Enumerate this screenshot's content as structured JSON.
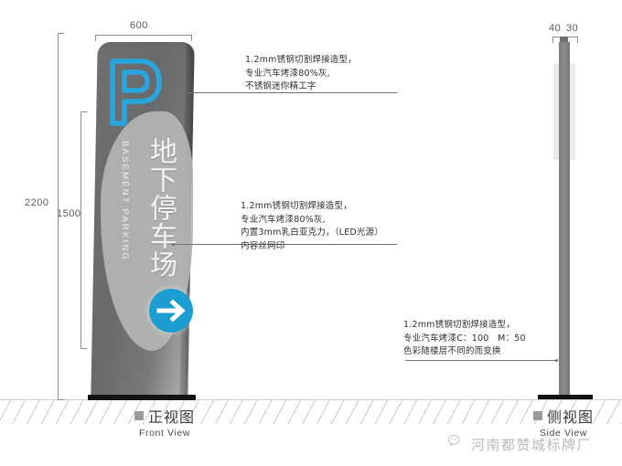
{
  "drawing": {
    "title_front": "正视图",
    "title_front_en": "Front View",
    "title_side": "侧视图",
    "title_side_en": "Side View"
  },
  "dimensions": {
    "width_top": "600",
    "height_total": "2200",
    "height_panel": "1500",
    "side_depth_a": "40",
    "side_depth_b": "30"
  },
  "sign": {
    "logo_letter": "P",
    "title_cn": "地下停车场",
    "title_en": "BASEMENT PARKING",
    "arrow_icon": "arrow-right-icon"
  },
  "annotations": [
    {
      "id": "note-top",
      "text": "1.2mm锈钢切割焊接造型，\n专业汽车烤漆80%灰,\n不锈钢迷你精工字"
    },
    {
      "id": "note-middle",
      "text": "1.2mm锈钢切割焊接造型，\n专业汽车烤漆80%灰,\n内置3mm乳白亚克力，（LED光源）\n内容丝网印"
    },
    {
      "id": "note-side",
      "text": "1.2mm锈钢切割焊接造型，\n专业汽车烤漆C：100　M：50\n色彩随楼层不同的而变换"
    }
  ],
  "watermark": {
    "icon": "wechat-icon",
    "text": "河南都赞城标牌厂"
  },
  "colors": {
    "accent_blue": "#1b9dd1",
    "sign_gray": "#6f6f70",
    "panel_gray": "#b4b6b5",
    "base_black": "#111214"
  }
}
